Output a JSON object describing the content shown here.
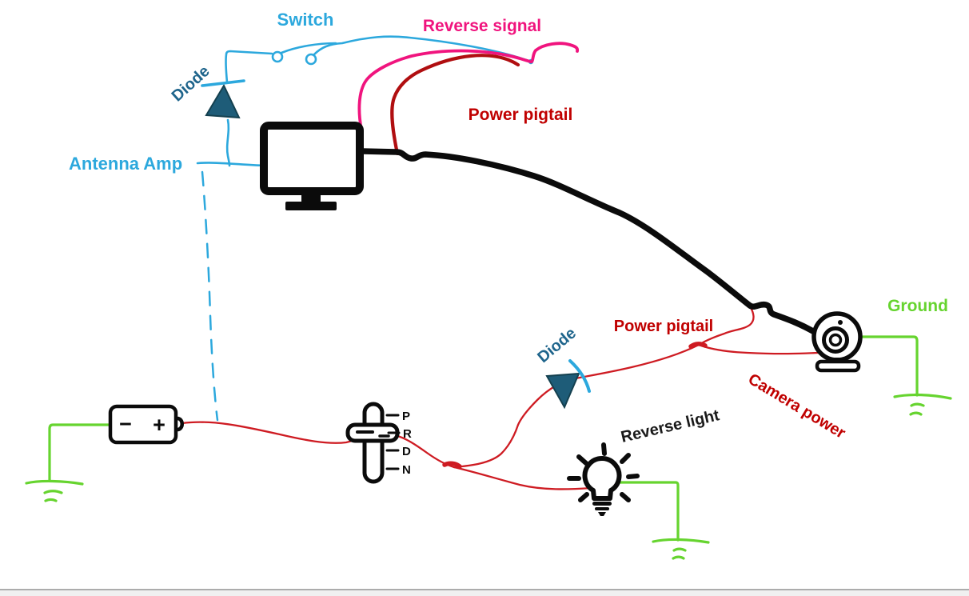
{
  "labels": {
    "switch": "Switch",
    "reverse_signal": "Reverse signal",
    "diode_top": "Diode",
    "power_pigtail_top": "Power pigtail",
    "antenna_amp": "Antenna Amp",
    "ground": "Ground",
    "diode_mid": "Diode",
    "power_pigtail_mid": "Power pigtail",
    "camera_power": "Camera power",
    "reverse_light": "Reverse light"
  },
  "battery": {
    "negative_symbol": "−",
    "positive_symbol": "+"
  },
  "gear_selector": {
    "positions": [
      "P",
      "R",
      "D",
      "N"
    ]
  },
  "icons": {
    "monitor": "monitor-icon",
    "camera": "camera-icon",
    "light_bulb": "light-bulb-icon",
    "battery": "battery-icon",
    "gear-selector": "gear-selector-icon",
    "diode": "diode-icon",
    "switch_contacts": "switch-icon",
    "ground_symbol": "ground-icon"
  },
  "colors": {
    "wire_blue": "#2CA8DD",
    "label_blue": "#2CA8DD",
    "steel_blue": "#1F658C",
    "diode_fill": "#1E5C78",
    "diode_edge": "#14404F",
    "pink": "#F0147E",
    "dark_red_wire": "#B00E10",
    "thin_red_wire": "#CE1B22",
    "label_red": "#C00000",
    "green": "#66D42F",
    "black": "#0B0B0B",
    "label_black": "#1A1A1A",
    "footer_fill": "#F0F0F0",
    "footer_line": "#ACACAC"
  }
}
